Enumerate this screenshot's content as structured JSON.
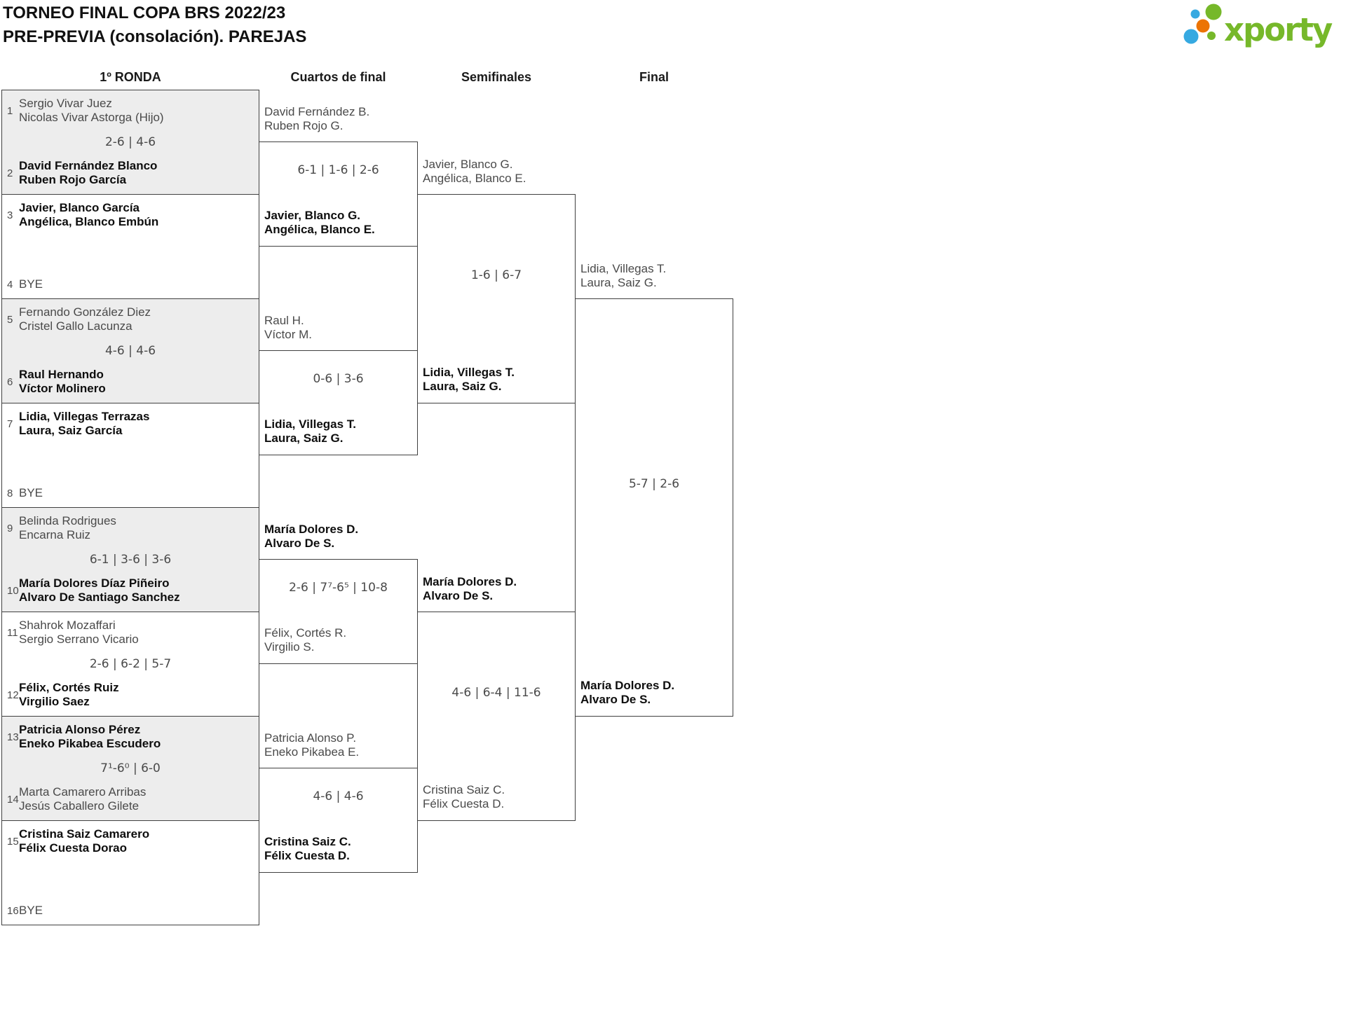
{
  "title": {
    "line1": "TORNEO FINAL COPA BRS 2022/23",
    "line2": "PRE-PREVIA (consolación). PAREJAS"
  },
  "logo": {
    "text": "xporty",
    "green": "#76b82a",
    "blue": "#36a9e1",
    "orange": "#ec7404"
  },
  "column_headers": [
    "1º RONDA",
    "Cuartos de final",
    "Semifinales",
    "Final"
  ],
  "rounds": {
    "round1": [
      {
        "seed_top": "1",
        "team_top": [
          "Sergio Vivar Juez",
          "Nicolas Vivar Astorga (Hijo)"
        ],
        "score": "2-6 | 4-6",
        "seed_bottom": "2",
        "team_bottom": [
          "David Fernández Blanco",
          "Ruben Rojo García"
        ],
        "winner": "bottom"
      },
      {
        "seed_top": "3",
        "team_top": [
          "Javier, Blanco García",
          "Angélica, Blanco Embún"
        ],
        "score": "",
        "seed_bottom": "4",
        "team_bottom": [
          "BYE"
        ],
        "winner": "top"
      },
      {
        "seed_top": "5",
        "team_top": [
          "Fernando González Diez",
          "Cristel Gallo Lacunza"
        ],
        "score": "4-6 | 4-6",
        "seed_bottom": "6",
        "team_bottom": [
          "Raul Hernando",
          "Víctor Molinero"
        ],
        "winner": "bottom"
      },
      {
        "seed_top": "7",
        "team_top": [
          "Lidia, Villegas Terrazas",
          "Laura, Saiz García"
        ],
        "score": "",
        "seed_bottom": "8",
        "team_bottom": [
          "BYE"
        ],
        "winner": "top"
      },
      {
        "seed_top": "9",
        "team_top": [
          "Belinda Rodrigues",
          "Encarna Ruiz"
        ],
        "score": "6-1 | 3-6 | 3-6",
        "seed_bottom": "10",
        "team_bottom": [
          "María Dolores Díaz Piñeiro",
          "Alvaro De Santiago Sanchez"
        ],
        "winner": "bottom"
      },
      {
        "seed_top": "11",
        "team_top": [
          "Shahrok Mozaffari",
          "Sergio Serrano Vicario"
        ],
        "score": "2-6 | 6-2 | 5-7",
        "seed_bottom": "12",
        "team_bottom": [
          "Félix, Cortés Ruiz",
          "Virgilio Saez"
        ],
        "winner": "bottom"
      },
      {
        "seed_top": "13",
        "team_top": [
          "Patricia Alonso Pérez",
          "Eneko Pikabea Escudero"
        ],
        "score": "7¹-6⁰ | 6-0",
        "seed_bottom": "14",
        "team_bottom": [
          "Marta Camarero Arribas",
          "Jesús Caballero Gilete"
        ],
        "winner": "top"
      },
      {
        "seed_top": "15",
        "team_top": [
          "Cristina Saiz Camarero",
          "Félix Cuesta Dorao"
        ],
        "score": "",
        "seed_bottom": "16",
        "team_bottom": [
          "BYE"
        ],
        "winner": "top"
      }
    ],
    "quarterfinals": [
      {
        "team_top": [
          "David Fernández B.",
          "Ruben Rojo G."
        ],
        "score": "6-1 | 1-6 | 2-6",
        "team_bottom": [
          "Javier, Blanco G.",
          "Angélica, Blanco E."
        ],
        "winner": "bottom"
      },
      {
        "team_top": [
          "Raul H.",
          "Víctor M."
        ],
        "score": "0-6 | 3-6",
        "team_bottom": [
          "Lidia, Villegas T.",
          "Laura, Saiz G."
        ],
        "winner": "bottom"
      },
      {
        "team_top": [
          "María Dolores D.",
          "Alvaro De S."
        ],
        "score": "2-6 | 7⁷-6⁵ | 10-8",
        "team_bottom": [
          "Félix, Cortés R.",
          "Virgilio S."
        ],
        "winner": "top"
      },
      {
        "team_top": [
          "Patricia Alonso P.",
          "Eneko Pikabea E."
        ],
        "score": "4-6 | 4-6",
        "team_bottom": [
          "Cristina Saiz C.",
          "Félix Cuesta D."
        ],
        "winner": "bottom"
      }
    ],
    "semifinals": [
      {
        "team_top": [
          "Javier, Blanco G.",
          "Angélica, Blanco E."
        ],
        "score": "1-6 | 6-7",
        "team_bottom": [
          "Lidia, Villegas T.",
          "Laura, Saiz G."
        ],
        "winner": "bottom"
      },
      {
        "team_top": [
          "María Dolores D.",
          "Alvaro De S."
        ],
        "score": "4-6 | 6-4 | 11-6",
        "team_bottom": [
          "Cristina Saiz C.",
          "Félix Cuesta D."
        ],
        "winner": "top"
      }
    ],
    "final": {
      "team_top": [
        "Lidia, Villegas T.",
        "Laura, Saiz G."
      ],
      "score": "5-7 | 2-6",
      "team_bottom": [
        "María Dolores D.",
        "Alvaro De S."
      ],
      "winner": "bottom"
    }
  }
}
